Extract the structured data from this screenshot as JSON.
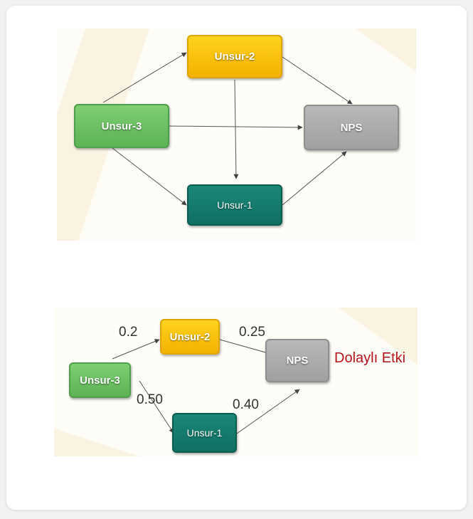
{
  "top_diagram": {
    "nodes": {
      "unsur2": "Unsur-2",
      "unsur3": "Unsur-3",
      "nps": "NPS",
      "unsur1": "Unsur-1"
    }
  },
  "bottom_diagram": {
    "nodes": {
      "unsur2": "Unsur-2",
      "unsur3": "Unsur-3",
      "nps": "NPS",
      "unsur1": "Unsur-1"
    },
    "coefficients": {
      "unsur3_unsur2": "0.2",
      "unsur2_nps": "0.25",
      "unsur3_unsur1": "0.50",
      "unsur1_nps": "0.40"
    },
    "effect_label": "Dolaylı Etki"
  },
  "colors": {
    "yellow": "#f5b800",
    "green": "#66bb5f",
    "gray": "#a8a8a8",
    "teal": "#137a6c",
    "effect_text": "#b5121b"
  }
}
